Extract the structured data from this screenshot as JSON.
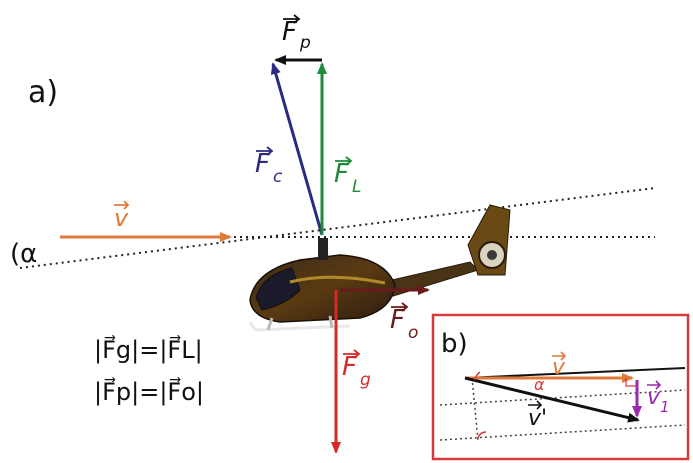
{
  "panel_a": {
    "label": "a)",
    "alpha": "(α",
    "vectors": {
      "F_p": {
        "symbol": "F",
        "sub": "p",
        "color": "#111111"
      },
      "F_c": {
        "symbol": "F",
        "sub": "c",
        "color": "#2a2a80"
      },
      "F_L": {
        "symbol": "F",
        "sub": "L",
        "color": "#1e8a3a"
      },
      "F_g": {
        "symbol": "F",
        "sub": "g",
        "color": "#d62a2a"
      },
      "F_o": {
        "symbol": "F",
        "sub": "o",
        "color": "#6a1a1a"
      },
      "v": {
        "symbol": "v",
        "color": "#e07a3a"
      }
    },
    "equations": [
      "|F⃗g|=|F⃗L|",
      "|F⃗p|=|F⃗o|"
    ]
  },
  "panel_b": {
    "label": "b)",
    "border_color": "#d63a3a",
    "v": {
      "symbol": "v",
      "color": "#e07a3a"
    },
    "v_prime": {
      "symbol": "v'",
      "color": "#111111"
    },
    "v1": {
      "symbol": "v",
      "sub": "1",
      "color": "#9a2ab0"
    },
    "alpha": "α"
  }
}
